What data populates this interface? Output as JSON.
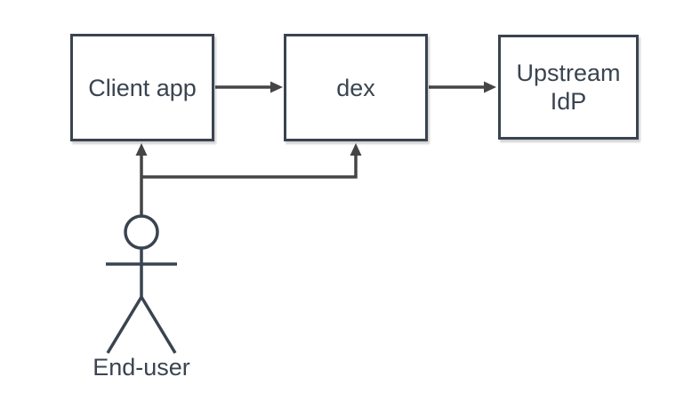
{
  "diagram": {
    "type": "flow-diagram",
    "nodes": [
      {
        "id": "client-app",
        "label": "Client app"
      },
      {
        "id": "dex",
        "label": "dex"
      },
      {
        "id": "upstream-idp",
        "label": "Upstream IdP"
      }
    ],
    "actor": {
      "id": "end-user",
      "label": "End-user",
      "shape": "stick-figure"
    },
    "edges": [
      {
        "from": "client-app",
        "to": "dex",
        "style": "arrow"
      },
      {
        "from": "dex",
        "to": "upstream-idp",
        "style": "arrow"
      },
      {
        "from": "end-user",
        "to": "client-app",
        "style": "arrow"
      },
      {
        "from": "end-user",
        "to": "dex",
        "style": "arrow-orthogonal"
      }
    ],
    "colors": {
      "node_stroke": "#3a4450",
      "node_fill": "#ffffff",
      "text": "#3a4450",
      "edge": "#454545",
      "background": "#ffffff"
    }
  }
}
